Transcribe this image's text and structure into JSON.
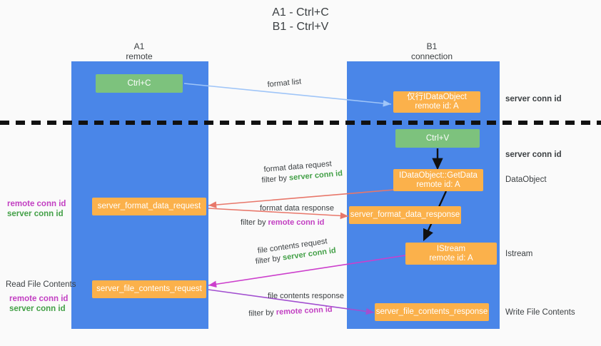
{
  "title": "A1 - Ctrl+C\nB1 - Ctrl+V",
  "colors": {
    "background": "#fafafa",
    "lane": "#4a86e8",
    "green_box": "#7dc27d",
    "orange_box": "#fbb14b",
    "server_conn_id": "#43a047",
    "remote_conn_id": "#c23fc2",
    "arrow_blue": "#9fc5f8",
    "arrow_red": "#e8776a",
    "arrow_magenta": "#cc3fcc",
    "arrow_purple": "#a24fd0",
    "arrow_black": "#000000",
    "text": "#3c4043"
  },
  "columns": [
    {
      "name": "A1",
      "subtitle": "remote"
    },
    {
      "name": "B1",
      "subtitle": "connection"
    }
  ],
  "nodes": {
    "ctrl_c": {
      "line1": "Ctrl+C",
      "line2": ""
    },
    "idataobject_top": {
      "line1": "仅行IDataObject",
      "line2": "remote id: A"
    },
    "ctrl_v": {
      "line1": "Ctrl+V",
      "line2": ""
    },
    "getdata": {
      "line1": "IDataObject::GetData",
      "line2": "remote id: A"
    },
    "server_format_data_request": {
      "line1": "server_format_data_request",
      "line2": ""
    },
    "server_format_data_response": {
      "line1": "server_format_data_response",
      "line2": ""
    },
    "istream": {
      "line1": "IStream",
      "line2": "remote id: A"
    },
    "server_file_contents_request": {
      "line1": "server_file_contents_request",
      "line2": ""
    },
    "server_file_contents_response": {
      "line1": "server_file_contents_response",
      "line2": ""
    }
  },
  "edge_labels": {
    "format_list": "format list",
    "format_data_request": "format data request",
    "format_data_request_filter_prefix": "filter by ",
    "format_data_request_filter_value": "server conn id",
    "format_data_response": "format data response",
    "format_data_response_filter_prefix": "filter by ",
    "format_data_response_filter_value": "remote conn id",
    "file_contents_request": "file contents request",
    "file_contents_request_filter_prefix": "filter by ",
    "file_contents_request_filter_value": "server conn id",
    "file_contents_response": "file contents response",
    "file_contents_response_filter_prefix": "filter by ",
    "file_contents_response_filter_value": "remote conn id"
  },
  "right_labels": {
    "server_conn_id_top": "server conn id",
    "server_conn_id_mid": "server conn id",
    "dataobject": "DataObject",
    "istream": "Istream",
    "write_file_contents": "Write File Contents"
  },
  "left_labels": {
    "conn_remote_1": "remote conn id",
    "conn_server_1": "server conn id",
    "read_file_contents": "Read File Contents",
    "conn_remote_2": "remote conn id",
    "conn_server_2": "server conn id"
  }
}
